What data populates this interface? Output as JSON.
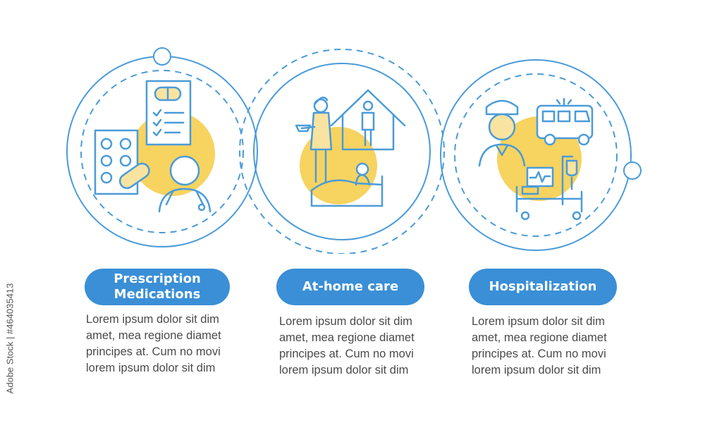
{
  "colors": {
    "accent_blue": "#3a8fd6",
    "line_blue": "#4a9bd9",
    "highlight_yellow": "#f7d360",
    "icon_fill": "#f9e3a0",
    "text_gray": "#4a4a4a"
  },
  "steps": [
    {
      "icon": "prescription-medications-icon",
      "title_lines": [
        "Prescription",
        "Medications"
      ],
      "body_lines": [
        "Lorem ipsum dolor sit dim",
        "amet, mea regione diamet",
        "principes at. Cum no movi",
        "lorem ipsum dolor sit dim"
      ]
    },
    {
      "icon": "at-home-care-icon",
      "title_lines": [
        "At-home care"
      ],
      "body_lines": [
        "Lorem ipsum dolor sit dim",
        "amet, mea regione diamet",
        "principes at. Cum no movi",
        "lorem ipsum dolor sit dim"
      ]
    },
    {
      "icon": "hospitalization-icon",
      "title_lines": [
        "Hospitalization"
      ],
      "body_lines": [
        "Lorem ipsum dolor sit dim",
        "amet, mea regione diamet",
        "principes at. Cum no movi",
        "lorem ipsum dolor sit dim"
      ]
    }
  ],
  "watermark": "Adobe Stock | #464035413"
}
